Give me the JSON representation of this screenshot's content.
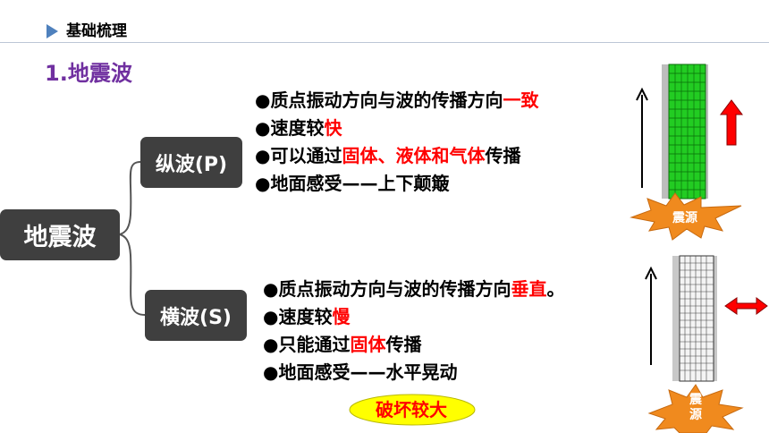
{
  "header": {
    "title": "基础梳理"
  },
  "section": {
    "title": "1.地震波"
  },
  "tree": {
    "root": "地震波",
    "p_wave": {
      "label": "纵波(P)",
      "items": [
        {
          "text": "●质点振动方向与波的传播方向",
          "highlight": "一致",
          "tail": ""
        },
        {
          "text": "●速度较",
          "highlight": "快",
          "tail": ""
        },
        {
          "text": "●可以通过",
          "highlight": "固体、液体和气体",
          "tail": "传播"
        },
        {
          "text": "●地面感受——上下颠簸",
          "highlight": "",
          "tail": ""
        }
      ]
    },
    "s_wave": {
      "label": "横波(S)",
      "items": [
        {
          "text": "●质点振动方向与波的传播方向",
          "highlight": "垂直",
          "tail": "。"
        },
        {
          "text": "●速度较",
          "highlight": "慢",
          "tail": ""
        },
        {
          "text": "●只能通过",
          "highlight": "固体",
          "tail": "传播"
        },
        {
          "text": "●地面感受——水平晃动",
          "highlight": "",
          "tail": ""
        }
      ]
    }
  },
  "figures": {
    "source_label_1": "震源",
    "source_label_2": "震源",
    "damage_label": "破坏较大"
  },
  "colors": {
    "accent_red": "#ff0000",
    "title_purple": "#7030a0",
    "box_dark": "#3f3f3f",
    "grid_green": "#22cc22",
    "burst_orange": "#f08a1e",
    "callout_yellow": "#ffff00"
  }
}
